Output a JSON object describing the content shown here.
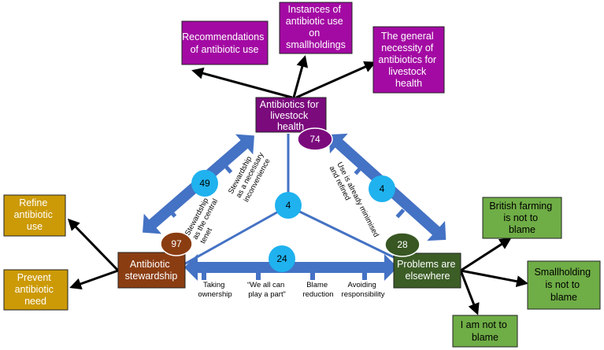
{
  "nodes": {
    "antibiotics": {
      "lines": [
        "Antibiotics for",
        "livestock",
        "health"
      ],
      "count": "74"
    },
    "stewardship": {
      "lines": [
        "Antibiotic",
        "stewardship"
      ],
      "count": "97"
    },
    "elsewhere": {
      "lines": [
        "Problems are",
        "elsewhere"
      ],
      "count": "28"
    },
    "center": {
      "count": "4"
    }
  },
  "edges": {
    "left": {
      "count": "49",
      "labels": {
        "inner": [
          "Stewardship",
          "as the central",
          "tenet"
        ],
        "outer": [
          "Stewardship",
          "as a necessary",
          "inconvenience"
        ]
      }
    },
    "right": {
      "count": "4",
      "labels": {
        "main": [
          "Use is already minimised",
          "and refined"
        ]
      }
    },
    "bottom": {
      "count": "24",
      "labels": [
        [
          "Taking",
          "ownership"
        ],
        [
          "“We all can",
          "play a part”"
        ],
        [
          "Blame",
          "reduction"
        ],
        [
          "Avoiding",
          "responsibility"
        ]
      ]
    }
  },
  "subthemes": {
    "antibiotics": [
      [
        "Recommendations",
        "of antibiotic use"
      ],
      [
        "Instances of",
        "antibiotic use",
        "on",
        "smallholdings"
      ],
      [
        "The general",
        "necessity of",
        "antibiotics for",
        "livestock",
        "health"
      ]
    ],
    "stewardship": [
      [
        "Refine",
        "antibiotic",
        "use"
      ],
      [
        "Prevent",
        "antibiotic",
        "need"
      ]
    ],
    "elsewhere": [
      [
        "British farming",
        "is not to",
        "blame"
      ],
      [
        "Smallholding",
        "is not to",
        "blame"
      ],
      [
        "I am not to",
        "blame"
      ]
    ]
  },
  "colors": {
    "purple_dark": "#7b0a7d",
    "purple_light": "#a30aa3",
    "brown": "#8b3d12",
    "gold": "#cc9a06",
    "green_dark": "#3c5d26",
    "green_light": "#6fad46",
    "arrow_blue": "#4472c4",
    "bubble_cyan": "#1fb2ef",
    "oval_purple": "#7b0a7d",
    "oval_brown": "#8b3d12",
    "oval_green": "#385723"
  }
}
